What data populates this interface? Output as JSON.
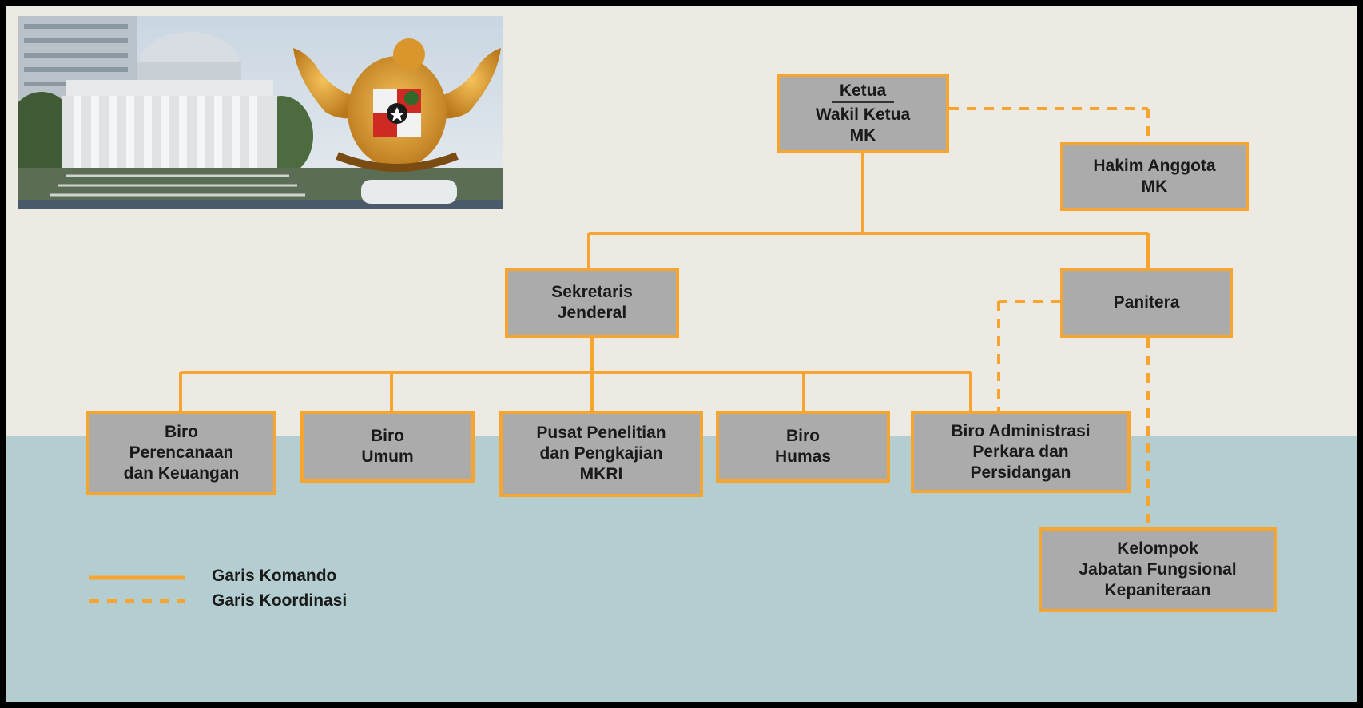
{
  "colors": {
    "accent": "#f7a531",
    "node_fill": "#ababab",
    "bg_top": "#eceae3",
    "bg_bottom": "#b3cdd1"
  },
  "header_image": {
    "icons": [
      "court-building-photo",
      "garuda-emblem"
    ]
  },
  "nodes": {
    "ketua": {
      "line1": "Ketua",
      "line2": "Wakil Ketua",
      "line3": "MK"
    },
    "hakim": {
      "line1": "Hakim Anggota",
      "line2": "MK"
    },
    "sekjen": {
      "line1": "Sekretaris",
      "line2": "Jenderal"
    },
    "panitera": {
      "line1": "Panitera"
    },
    "biro_perencanaan": {
      "line1": "Biro",
      "line2": "Perencanaan",
      "line3": "dan Keuangan"
    },
    "biro_umum": {
      "line1": "Biro",
      "line2": "Umum"
    },
    "pusat": {
      "line1": "Pusat Penelitian",
      "line2": "dan Pengkajian",
      "line3": "MKRI"
    },
    "biro_humas": {
      "line1": "Biro",
      "line2": "Humas"
    },
    "biro_admin": {
      "line1": "Biro Administrasi",
      "line2": "Perkara dan",
      "line3": "Persidangan"
    },
    "kelompok": {
      "line1": "Kelompok",
      "line2": "Jabatan Fungsional",
      "line3": "Kepaniteraan"
    }
  },
  "legend": {
    "solid": "Garis Komando",
    "dashed": "Garis Koordinasi"
  }
}
